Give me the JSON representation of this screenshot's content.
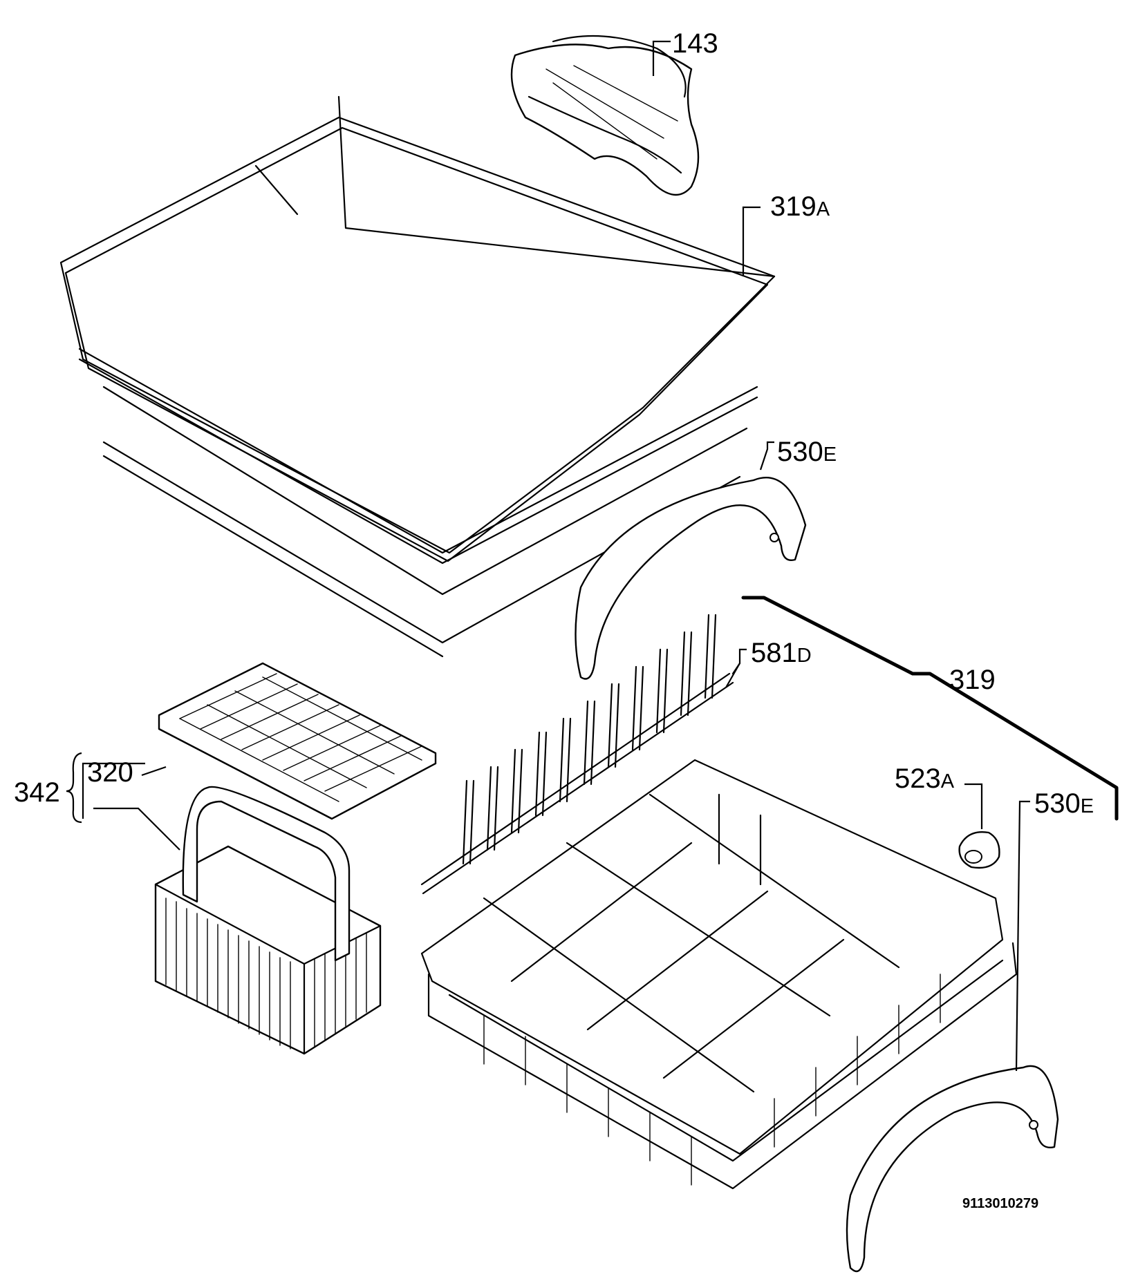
{
  "labels": {
    "p143": "143",
    "p319a_num": "319",
    "p319a_suffix": "A",
    "p530e_top_num": "530",
    "p530e_top_suffix": "E",
    "p581d_num": "581",
    "p581d_suffix": "D",
    "p319": "319",
    "p320": "320",
    "p342": "342",
    "p523a_num": "523",
    "p523a_suffix": "A",
    "p530e_bottom_num": "530",
    "p530e_bottom_suffix": "E"
  },
  "document_number": "9113010279",
  "colors": {
    "line": "#000000",
    "background": "#ffffff"
  }
}
